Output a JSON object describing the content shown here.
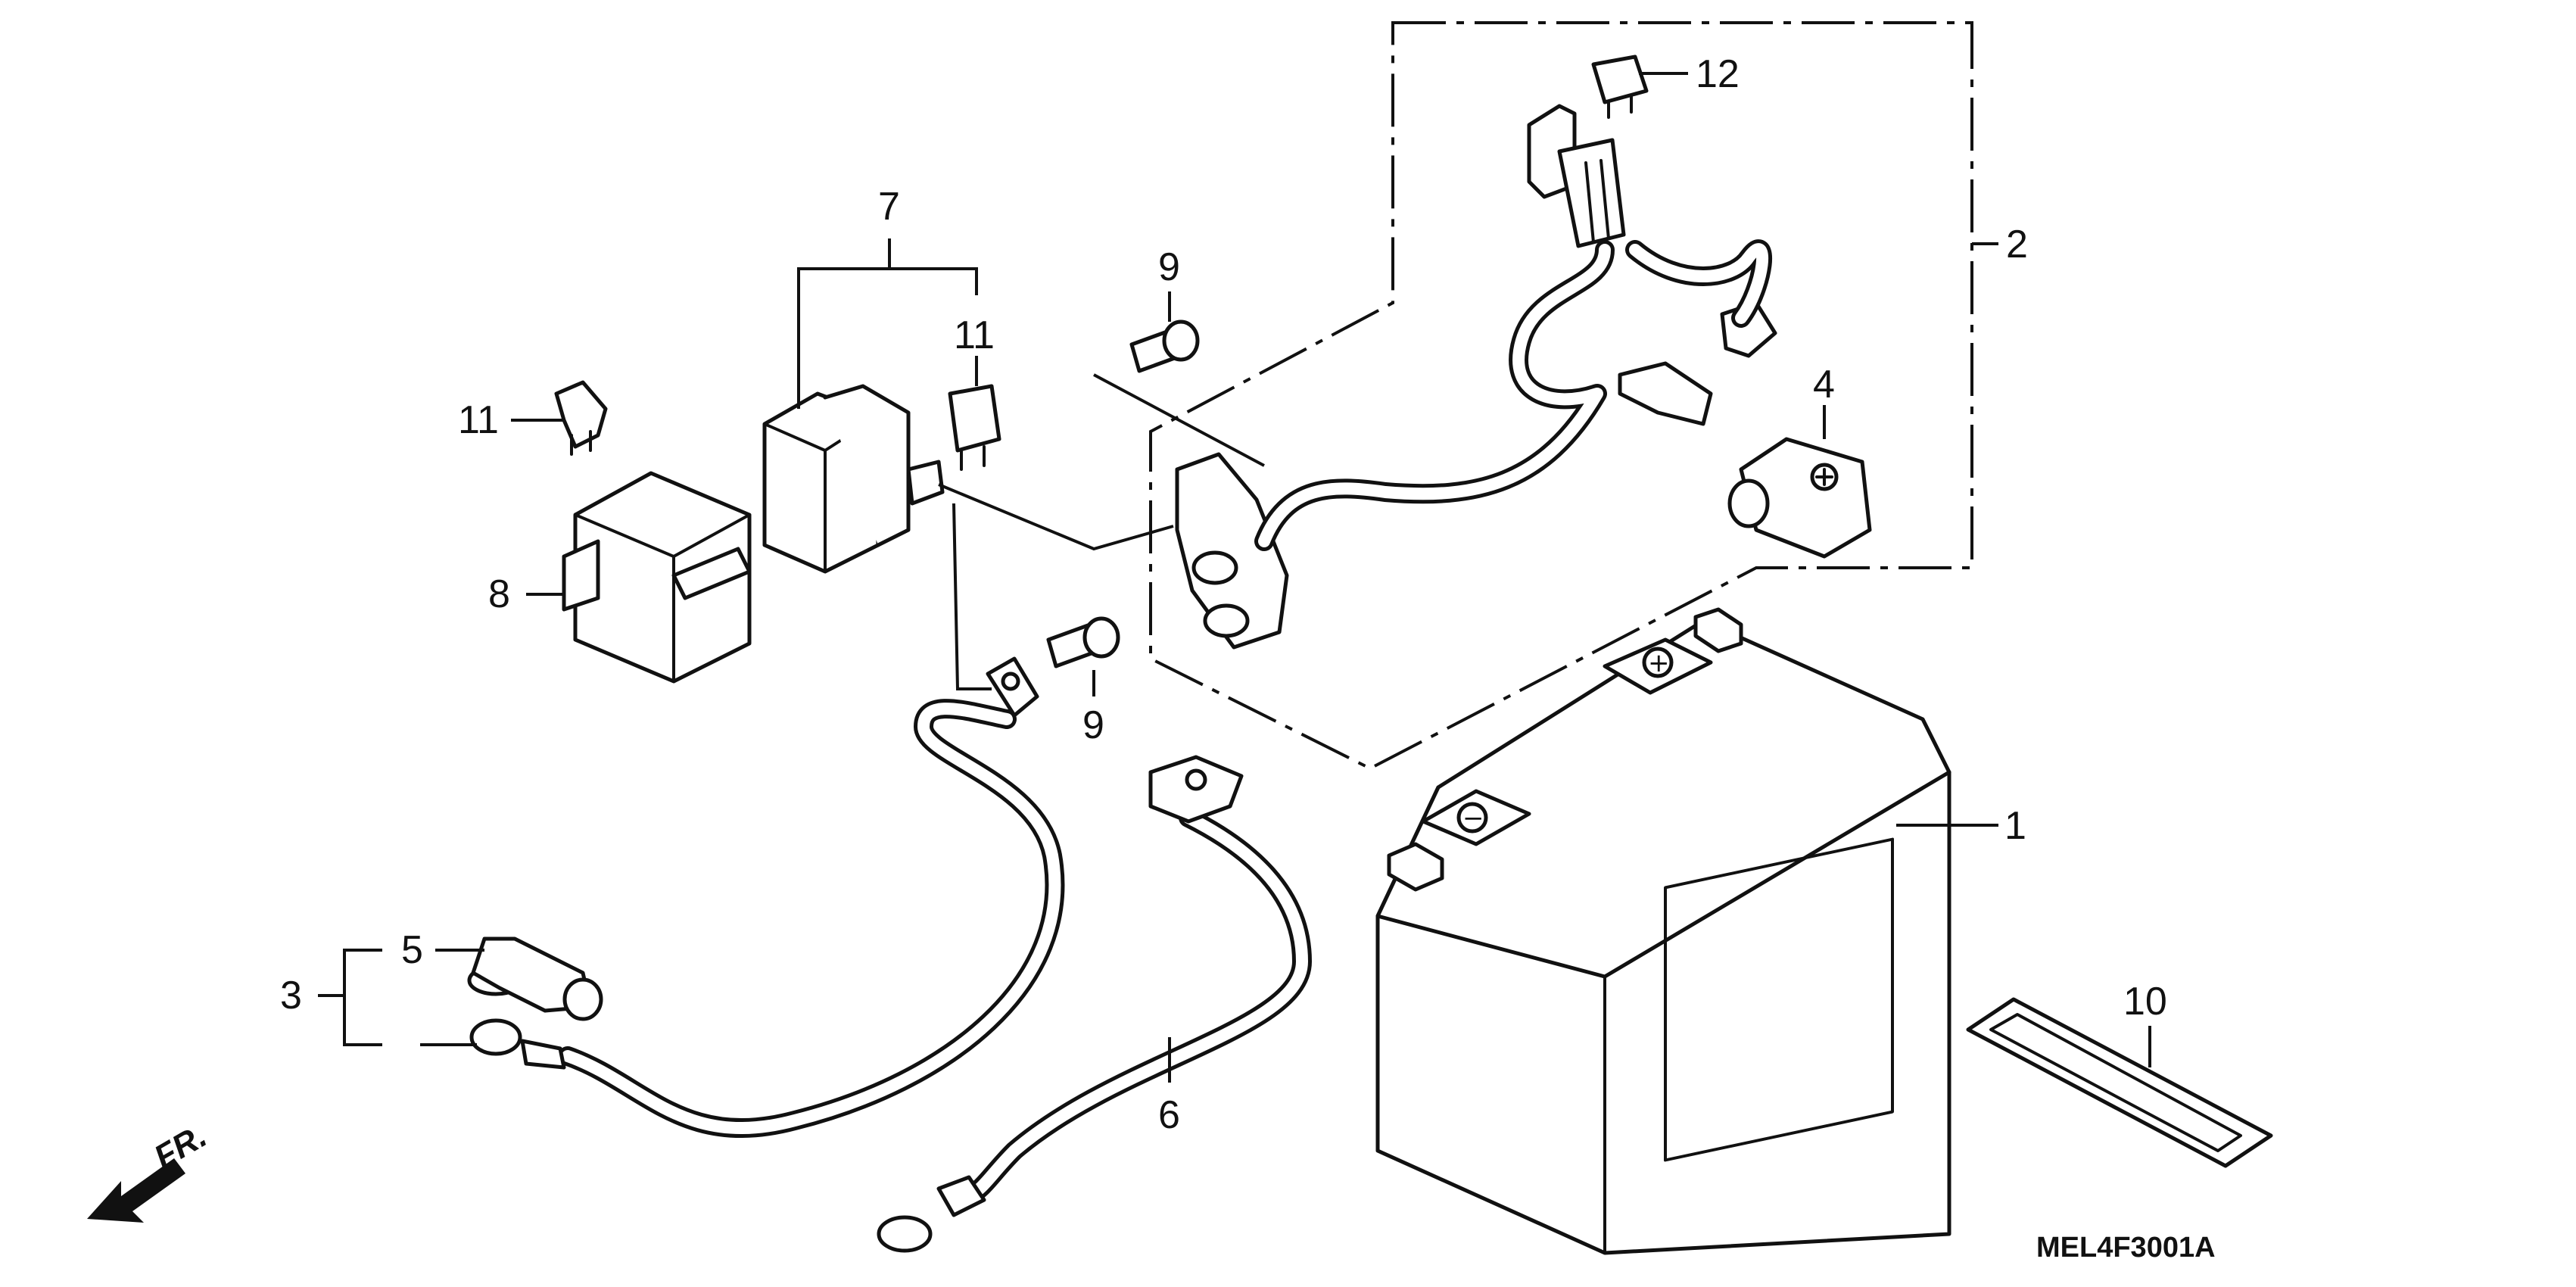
{
  "diagram_code": "MEL4F3001A",
  "front_marker": "FR.",
  "battery_symbols": {
    "positive": "+",
    "negative": "−"
  },
  "callouts": {
    "c1": "1",
    "c2": "2",
    "c3": "3",
    "c4": "4",
    "c5": "5",
    "c6": "6",
    "c7": "7",
    "c8": "8",
    "c9a": "9",
    "c9b": "9",
    "c10": "10",
    "c11a": "11",
    "c11b": "11",
    "c12": "12"
  }
}
